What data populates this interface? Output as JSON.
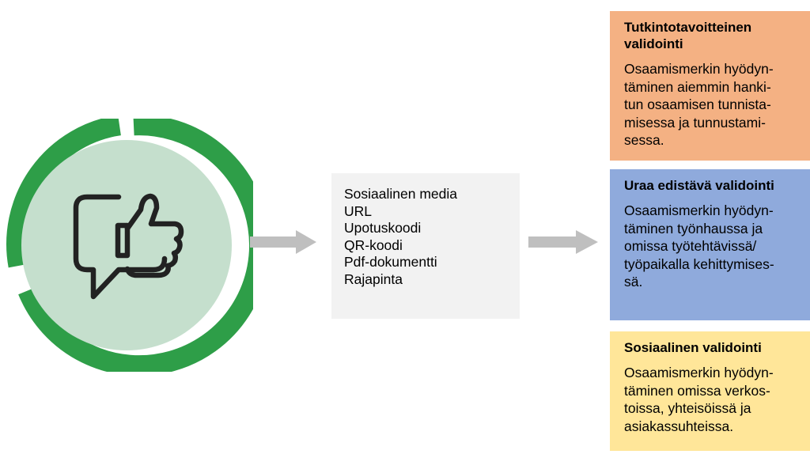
{
  "colors": {
    "ring": "#2e9e48",
    "ring_inner": "#c5dfcd",
    "icon_stroke": "#222222",
    "arrow": "#bfbfbf",
    "channels_bg": "#f2f2f2",
    "box1_bg": "#f4b183",
    "box2_bg": "#8faadc",
    "box3_bg": "#ffe699"
  },
  "icon": "thumbs-up-speech-bubble-icon",
  "channels": {
    "items": [
      "Sosiaalinen media",
      "URL",
      "Upotuskoodi",
      "QR-koodi",
      "Pdf-dokumentti",
      "Rajapinta"
    ]
  },
  "validations": [
    {
      "title": "Tutkintotavoitteinen validointi",
      "body": "Osaamismerkin hyödyn-\ntäminen aiemmin hanki-\ntun osaamisen tunnista-\nmisessa ja tunnustami-\nsessa."
    },
    {
      "title": "Uraa edistävä validointi",
      "body": "Osaamismerkin hyödyn-\ntäminen työnhaussa ja\nomissa työtehtävissä/\ntyöpaikalla kehittymises-\nsä."
    },
    {
      "title": "Sosiaalinen validointi",
      "body": "Osaamismerkin hyödyn-\ntäminen omissa verkos-\ntoissa, yhteisöissä ja\nasiakassuhteissa."
    }
  ]
}
